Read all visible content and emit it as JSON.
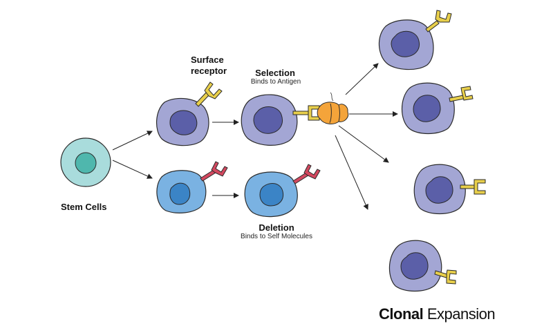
{
  "labels": {
    "surface_receptor_line1": "Surface",
    "surface_receptor_line2": "receptor",
    "selection": "Selection",
    "selection_sub": "Binds to Antigen",
    "deletion": "Deletion",
    "deletion_sub": "Binds to Self Molecules",
    "stem_cells": "Stem Cells",
    "title_bold": "Clonal",
    "title_rest": "Expansion"
  },
  "colors": {
    "stem_body": "#a9dcdc",
    "stem_nucleus": "#4fb7ad",
    "purple_body": "#a3a6d4",
    "purple_nucleus": "#5b5fa8",
    "blue_body": "#7ab2e2",
    "blue_nucleus": "#3b84c6",
    "receptor_yellow": "#e8cf4b",
    "receptor_red": "#d2485f",
    "antigen": "#f4a43a",
    "outline": "#2a2a2a"
  }
}
